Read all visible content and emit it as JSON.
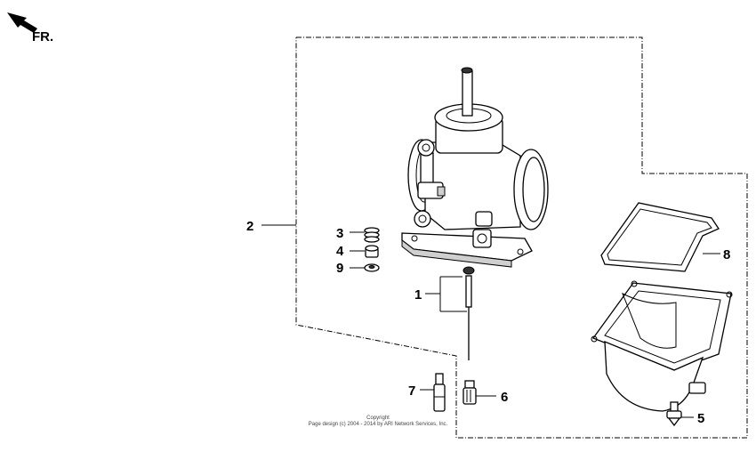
{
  "direction_indicator": {
    "label": "FR.",
    "icon": "front-arrow-icon"
  },
  "callouts": [
    {
      "id": "1",
      "part": "jet-needle-set"
    },
    {
      "id": "2",
      "part": "carburetor-body-assembly"
    },
    {
      "id": "3",
      "part": "spring"
    },
    {
      "id": "4",
      "part": "needle-retainer"
    },
    {
      "id": "5",
      "part": "drain-screw"
    },
    {
      "id": "6",
      "part": "main-jet"
    },
    {
      "id": "7",
      "part": "needle-jet"
    },
    {
      "id": "8",
      "part": "float-chamber-gasket"
    },
    {
      "id": "9",
      "part": "washer"
    }
  ],
  "copyright": {
    "line1": "Copyright",
    "line2": "Page design (c) 2004 - 2014 by ARI Network Services, Inc."
  }
}
